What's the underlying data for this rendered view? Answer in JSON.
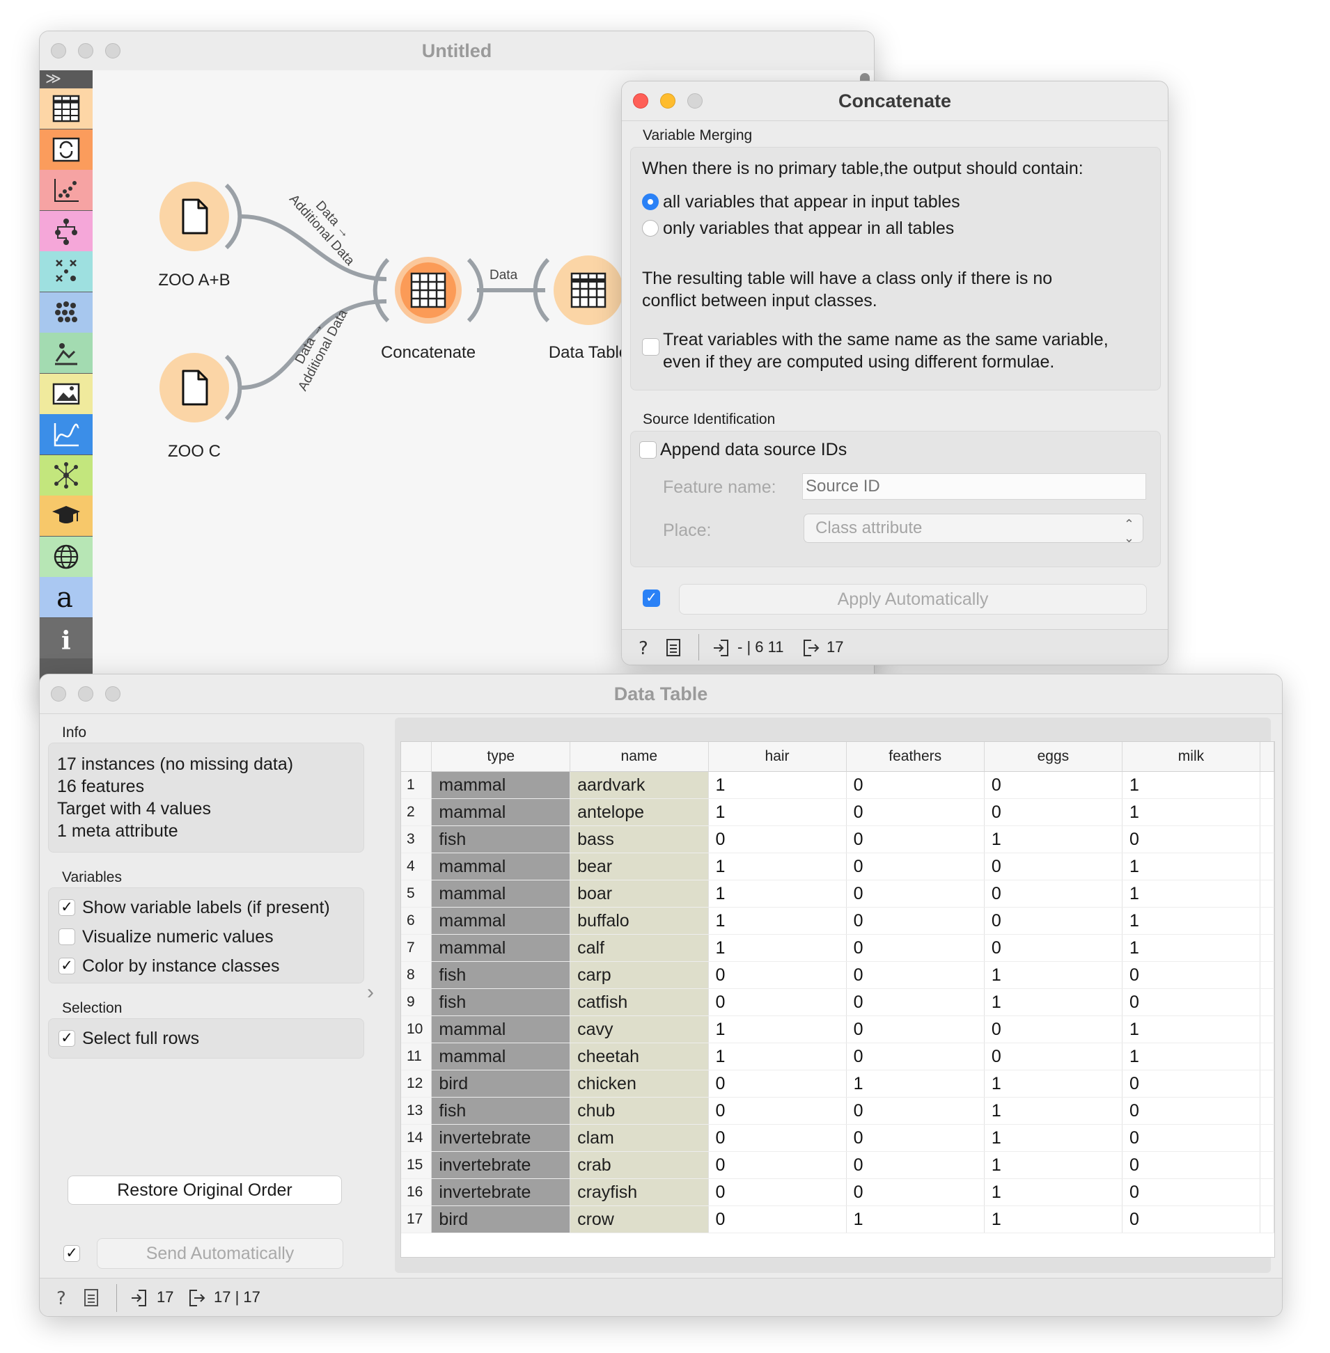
{
  "canvas_window": {
    "title": "Untitled",
    "toolbox_expand": "≫",
    "nodes": [
      {
        "id": "zoo-ab",
        "label": "ZOO A+B"
      },
      {
        "id": "zoo-c",
        "label": "ZOO C"
      },
      {
        "id": "concatenate",
        "label": "Concatenate"
      },
      {
        "id": "data-table",
        "label": "Data Table"
      }
    ],
    "links": {
      "zoo_ab_line1": "Data →",
      "zoo_ab_line2": "Additional Data",
      "zoo_c_line1": "Data →",
      "zoo_c_line2": "Additional Data",
      "concat_out": "Data"
    },
    "toolbox_colors": [
      "#fdd6a6",
      "#fb9c5c",
      "#f6a3a3",
      "#f5a7d9",
      "#9ee0e0",
      "#a7c7ee",
      "#a3dbb1",
      "#f0ea9d",
      "#3b8ee8",
      "#c3e67d",
      "#f7c86a",
      "#b7e6b5",
      "#aac8f2",
      "#6d6d6d"
    ]
  },
  "concatenate_window": {
    "title": "Concatenate",
    "variable_merging": {
      "title": "Variable Merging",
      "prompt": "When there is no primary table,the output should contain:",
      "option_all": "all variables that appear in input tables",
      "option_common": "only variables that appear in all tables",
      "class_note_line1": "The resulting table will have a class only if there is no",
      "class_note_line2": "conflict between input classes.",
      "treat_same_line1": "Treat variables with the same name as the same variable,",
      "treat_same_line2": "even if they are computed using different formulae."
    },
    "source_identification": {
      "title": "Source Identification",
      "append_ids": "Append data source IDs",
      "feature_name_label": "Feature name:",
      "feature_name_placeholder": "Source ID",
      "place_label": "Place:",
      "place_value": "Class attribute"
    },
    "apply_auto": "Apply Automatically",
    "status": {
      "input": "- | 6 11",
      "output": "17"
    }
  },
  "data_table_window": {
    "title": "Data Table",
    "info": {
      "title": "Info",
      "line1": "17 instances (no missing data)",
      "line2": "16 features",
      "line3": "Target with 4 values",
      "line4": "1 meta attribute"
    },
    "variables": {
      "title": "Variables",
      "show_labels": "Show variable labels (if present)",
      "visualize_numeric": "Visualize numeric values",
      "color_by_class": "Color by instance classes"
    },
    "selection": {
      "title": "Selection",
      "select_full_rows": "Select full rows"
    },
    "restore_button": "Restore Original Order",
    "send_auto": "Send Automatically",
    "status": {
      "input": "17",
      "output": "17 | 17"
    },
    "columns": [
      "type",
      "name",
      "hair",
      "feathers",
      "eggs",
      "milk"
    ],
    "rows": [
      [
        "mammal",
        "aardvark",
        "1",
        "0",
        "0",
        "1"
      ],
      [
        "mammal",
        "antelope",
        "1",
        "0",
        "0",
        "1"
      ],
      [
        "fish",
        "bass",
        "0",
        "0",
        "1",
        "0"
      ],
      [
        "mammal",
        "bear",
        "1",
        "0",
        "0",
        "1"
      ],
      [
        "mammal",
        "boar",
        "1",
        "0",
        "0",
        "1"
      ],
      [
        "mammal",
        "buffalo",
        "1",
        "0",
        "0",
        "1"
      ],
      [
        "mammal",
        "calf",
        "1",
        "0",
        "0",
        "1"
      ],
      [
        "fish",
        "carp",
        "0",
        "0",
        "1",
        "0"
      ],
      [
        "fish",
        "catfish",
        "0",
        "0",
        "1",
        "0"
      ],
      [
        "mammal",
        "cavy",
        "1",
        "0",
        "0",
        "1"
      ],
      [
        "mammal",
        "cheetah",
        "1",
        "0",
        "0",
        "1"
      ],
      [
        "bird",
        "chicken",
        "0",
        "1",
        "1",
        "0"
      ],
      [
        "fish",
        "chub",
        "0",
        "0",
        "1",
        "0"
      ],
      [
        "invertebrate",
        "clam",
        "0",
        "0",
        "1",
        "0"
      ],
      [
        "invertebrate",
        "crab",
        "0",
        "0",
        "1",
        "0"
      ],
      [
        "invertebrate",
        "crayfish",
        "0",
        "0",
        "1",
        "0"
      ],
      [
        "bird",
        "crow",
        "0",
        "1",
        "1",
        "0"
      ]
    ]
  }
}
